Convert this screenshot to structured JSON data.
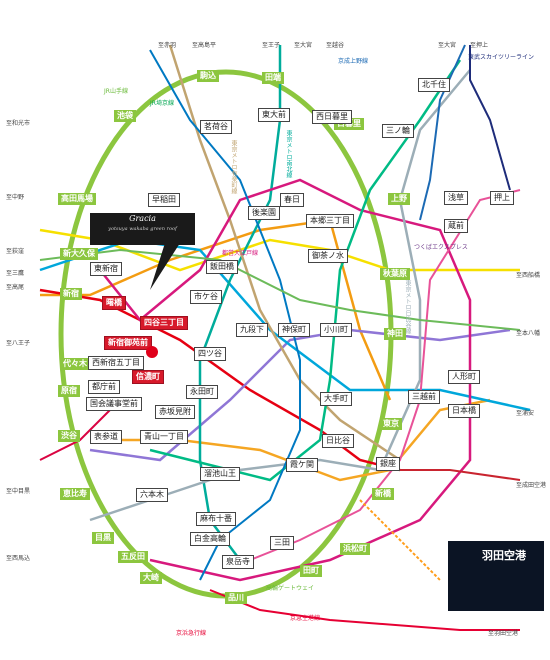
{
  "ring_line_color": "#8cc63f",
  "accent_red": "#d7192a",
  "brand": {
    "line1": "Gracia",
    "line2": "yotsuya wakaba green roof"
  },
  "ring_stations": [
    "駒込",
    "田端",
    "池袋",
    "日暮里",
    "高田馬場",
    "上野",
    "新大久保",
    "新宿",
    "代々木",
    "秋葉原",
    "神田",
    "原宿",
    "東京",
    "渋谷",
    "新橋",
    "恵比寿",
    "浜松町",
    "目黒",
    "五反田",
    "品川",
    "大崎",
    "田町"
  ],
  "stations": [
    "東大前",
    "茗荷谷",
    "早稲田",
    "春日",
    "本郷三丁目",
    "後楽園",
    "西日暮里",
    "北千住",
    "三ノ輪",
    "浅草",
    "押上",
    "蔵前",
    "御茶ノ水",
    "飯田橋",
    "東新宿",
    "市ケ谷",
    "九段下",
    "神保町",
    "小川町",
    "四ツ谷",
    "永田町",
    "国会議事堂前",
    "大手町",
    "三越前",
    "人形町",
    "日本橋",
    "日比谷",
    "銀座",
    "霞ケ関",
    "溜池山王",
    "表参道",
    "青山一丁目",
    "赤坂見附",
    "六本木",
    "麻布十番",
    "白金高輪",
    "泉岳寺",
    "三田",
    "西新宿五丁目",
    "都庁前"
  ],
  "red_stations": [
    "曙橋",
    "四谷三丁目",
    "新宿御苑前",
    "信濃町"
  ],
  "airport": "羽田空港",
  "edge_labels": [
    "至赤羽",
    "至高島平",
    "至王子",
    "至大宮",
    "至越谷",
    "至和光市",
    "至中野",
    "至荻窪",
    "至三鷹",
    "至高尾",
    "至八王子",
    "至中目黒",
    "至西馬込",
    "至羽田空港",
    "至浦安",
    "至西船橋",
    "至本八幡",
    "至大宮",
    "至押上",
    "至成田空港"
  ],
  "line_labels": [
    "JR山手線",
    "JR埼京線",
    "東京メトロ有楽町線",
    "東京メトロ南北線",
    "都営大江戸線",
    "つくばエクスプレス",
    "東京メトロ日比谷線",
    "京急空港線",
    "京浜急行線",
    "高輪ゲートウェイ",
    "東武スカイツリーライン",
    "京成上野線"
  ]
}
